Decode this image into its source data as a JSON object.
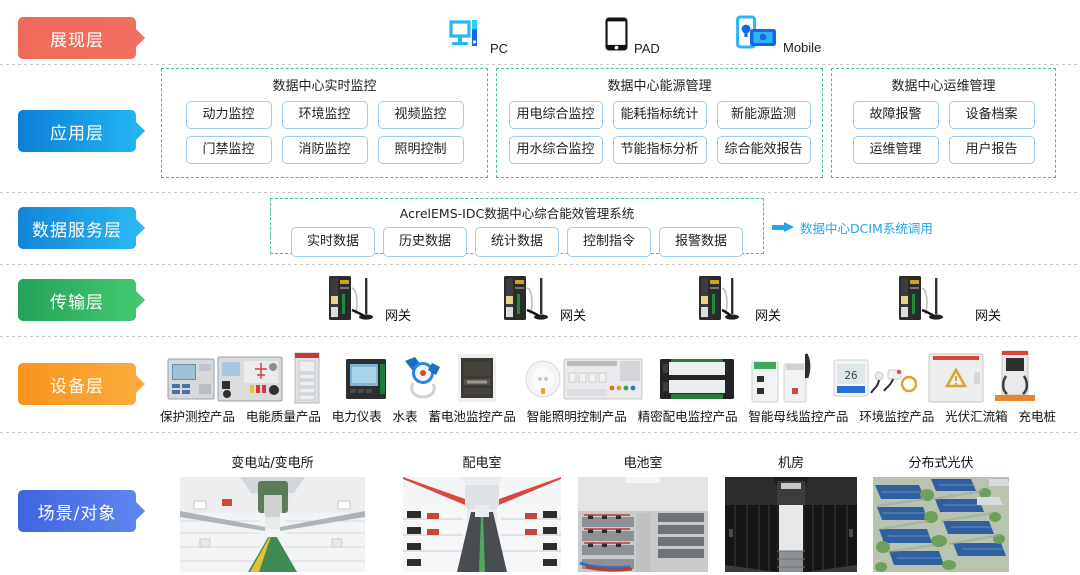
{
  "layers": [
    {
      "id": "presentation",
      "label": "展现层",
      "color": "#f2705f"
    },
    {
      "id": "application",
      "label": "应用层",
      "color": "#1aa0e6"
    },
    {
      "id": "data_service",
      "label": "数据服务层",
      "color": "#1f9ee8"
    },
    {
      "id": "transmission",
      "label": "传输层",
      "color": "#34b864"
    },
    {
      "id": "device",
      "label": "设备层",
      "color": "#f89a28"
    },
    {
      "id": "scene",
      "label": "场景/对象",
      "color": "#4d76e8"
    }
  ],
  "presentation": {
    "terminals": [
      {
        "name": "pc-icon",
        "label": "PC"
      },
      {
        "name": "pad-icon",
        "label": "PAD"
      },
      {
        "name": "mobile-icon",
        "label": "Mobile"
      }
    ]
  },
  "application": {
    "groups": [
      {
        "title": "数据中心实时监控",
        "items": [
          "动力监控",
          "环境监控",
          "视频监控",
          "门禁监控",
          "消防监控",
          "照明控制"
        ]
      },
      {
        "title": "数据中心能源管理",
        "items": [
          "用电综合监控",
          "能耗指标统计",
          "新能源监测",
          "用水综合监控",
          "节能指标分析",
          "综合能效报告"
        ]
      },
      {
        "title": "数据中心运维管理",
        "items": [
          "故障报警",
          "设备档案",
          "运维管理",
          "用户报告"
        ]
      }
    ]
  },
  "data_service": {
    "system_title": "AcrelEMS-IDC数据中心综合能效管理系统",
    "items": [
      "实时数据",
      "历史数据",
      "统计数据",
      "控制指令",
      "报警数据"
    ],
    "callout": {
      "text": "数据中心DCIM系统调用",
      "color": "#22a6f0",
      "icon": "arrow-right-icon"
    }
  },
  "transmission": {
    "gateways": [
      {
        "label": "网关"
      },
      {
        "label": "网关"
      },
      {
        "label": "网关"
      },
      {
        "label": "网关"
      }
    ]
  },
  "device": {
    "products": [
      "保护测控产品",
      "电能质量产品",
      "电力仪表",
      "水表",
      "蓄电池监控产品",
      "智能照明控制产品",
      "精密配电监控产品",
      "智能母线监控产品",
      "环境监控产品",
      "光伏汇流箱",
      "充电桩"
    ]
  },
  "scene": {
    "items": [
      {
        "caption": "变电站/变电所",
        "photo": "substation-photo"
      },
      {
        "caption": "配电室",
        "photo": "distribution-room-photo"
      },
      {
        "caption": "电池室",
        "photo": "battery-room-photo"
      },
      {
        "caption": "机房",
        "photo": "server-room-photo"
      },
      {
        "caption": "分布式光伏",
        "photo": "distributed-pv-photo"
      }
    ]
  }
}
